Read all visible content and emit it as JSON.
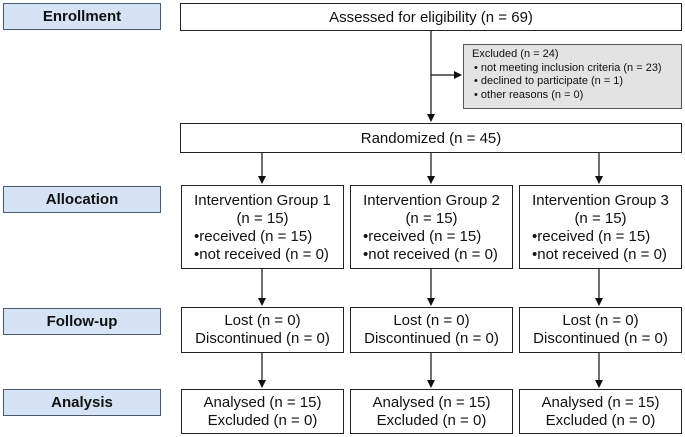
{
  "stages": {
    "enrollment": "Enrollment",
    "allocation": "Allocation",
    "follow_up": "Follow-up",
    "analysis": "Analysis"
  },
  "assessed": "Assessed for eligibility (n = 69)",
  "excluded": {
    "title": "Excluded (n = 24)",
    "items": [
      "not meeting inclusion criteria (n = 23)",
      "declined to participate (n = 1)",
      "other reasons (n =  0)"
    ]
  },
  "randomized": "Randomized (n = 45)",
  "groups": [
    {
      "title": "Intervention Group 1",
      "count": "(n = 15)",
      "received": "received (n = 15)",
      "not_received": "not received (n = 0)",
      "lost": "Lost (n = 0)",
      "discontinued": "Discontinued (n = 0)",
      "analysed": "Analysed (n = 15)",
      "excluded": "Excluded (n = 0)"
    },
    {
      "title": "Intervention Group 2",
      "count": "(n = 15)",
      "received": "received (n = 15)",
      "not_received": "not received (n = 0)",
      "lost": "Lost (n = 0)",
      "discontinued": "Discontinued (n = 0)",
      "analysed": "Analysed (n = 15)",
      "excluded": "Excluded (n = 0)"
    },
    {
      "title": "Intervention Group 3",
      "count": "(n = 15)",
      "received": "received (n = 15)",
      "not_received": "not received (n = 0)",
      "lost": "Lost (n = 0)",
      "discontinued": "Discontinued (n = 0)",
      "analysed": "Analysed (n = 15)",
      "excluded": "Excluded (n = 0)"
    }
  ]
}
